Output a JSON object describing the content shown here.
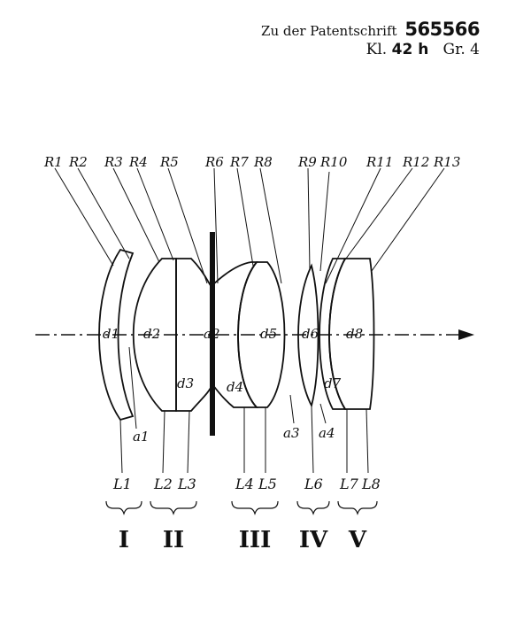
{
  "header": {
    "prefix": "Zu der Patentschrift",
    "patent_number": "565566",
    "klasse_label": "Kl.",
    "klasse_value": "42 h",
    "gruppe": "Gr. 4"
  },
  "radius_labels": [
    "R1",
    "R2",
    "R3",
    "R4",
    "R5",
    "R6",
    "R7",
    "R8",
    "R9",
    "R10",
    "R11",
    "R12",
    "R13"
  ],
  "thickness_labels": [
    "d1",
    "d2",
    "d3",
    "a2",
    "d4",
    "d5",
    "d6",
    "d7",
    "d8"
  ],
  "air_labels": [
    "a1",
    "a3",
    "a4"
  ],
  "lens_labels": [
    "L1",
    "L2",
    "L3",
    "L4",
    "L5",
    "L6",
    "L7",
    "L8"
  ],
  "group_labels": [
    "I",
    "II",
    "III",
    "IV",
    "V"
  ]
}
